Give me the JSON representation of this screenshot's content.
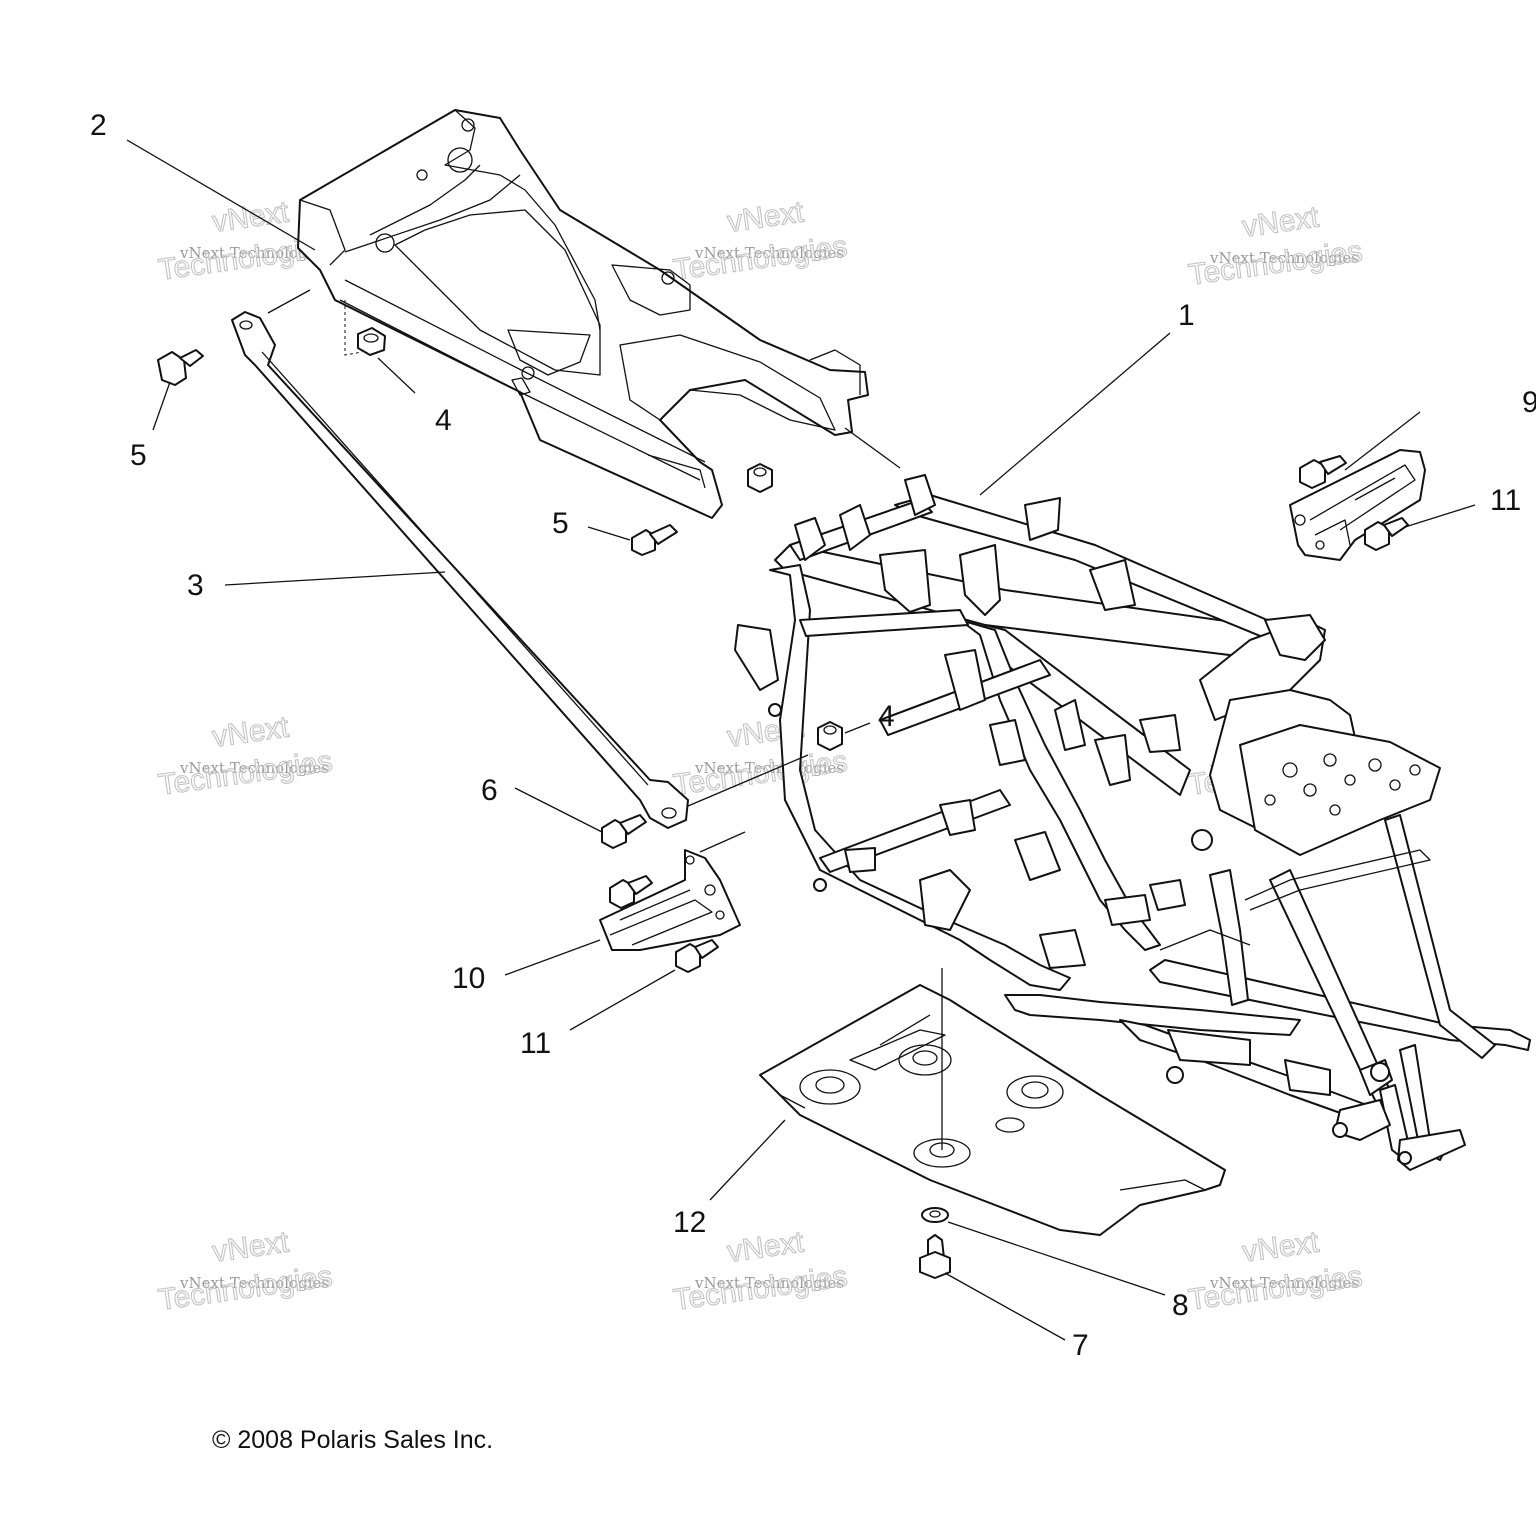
{
  "callouts": [
    "1",
    "2",
    "3",
    "4",
    "4",
    "5",
    "5",
    "6",
    "7",
    "8",
    "9",
    "10",
    "11",
    "11",
    "12"
  ],
  "watermark": {
    "line1": "vNext Technologies",
    "line2": "Technologies",
    "line3": "vNext"
  },
  "copyright": "© 2008 Polaris Sales Inc."
}
